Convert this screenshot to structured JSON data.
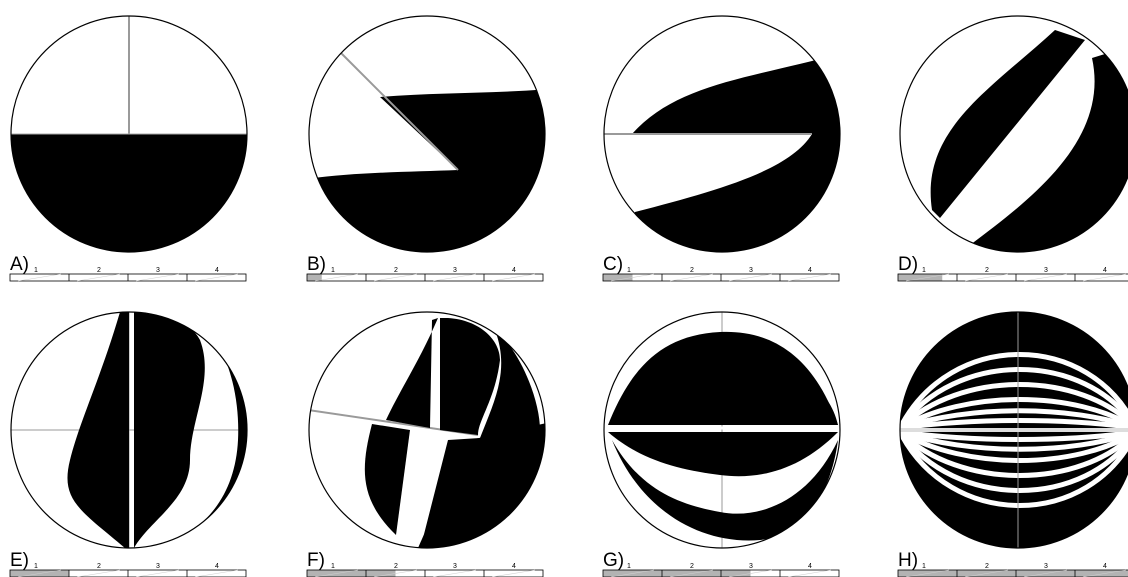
{
  "panels": [
    {
      "letter": "A)",
      "ticks": [
        "1",
        "2",
        "3",
        "4"
      ],
      "progress_segments": 0
    },
    {
      "letter": "B)",
      "ticks": [
        "1",
        "2",
        "3",
        "4"
      ],
      "progress_segments": 0.25
    },
    {
      "letter": "C)",
      "ticks": [
        "1",
        "2",
        "3",
        "4"
      ],
      "progress_segments": 0.5
    },
    {
      "letter": "D)",
      "ticks": [
        "1",
        "2",
        "3",
        "4"
      ],
      "progress_segments": 0.75
    },
    {
      "letter": "E)",
      "ticks": [
        "1",
        "2",
        "3",
        "4"
      ],
      "progress_segments": 1
    },
    {
      "letter": "F)",
      "ticks": [
        "1",
        "2",
        "3",
        "4"
      ],
      "progress_segments": 1.5
    },
    {
      "letter": "G)",
      "ticks": [
        "1",
        "2",
        "3",
        "4"
      ],
      "progress_segments": 2.5
    },
    {
      "letter": "H)",
      "ticks": [
        "1",
        "2",
        "3",
        "4"
      ],
      "progress_segments": 4
    }
  ],
  "colors": {
    "ink": "#000000",
    "paper": "#ffffff",
    "bar_fill": "#b3b3b3",
    "guide": "#9a9a9a"
  }
}
